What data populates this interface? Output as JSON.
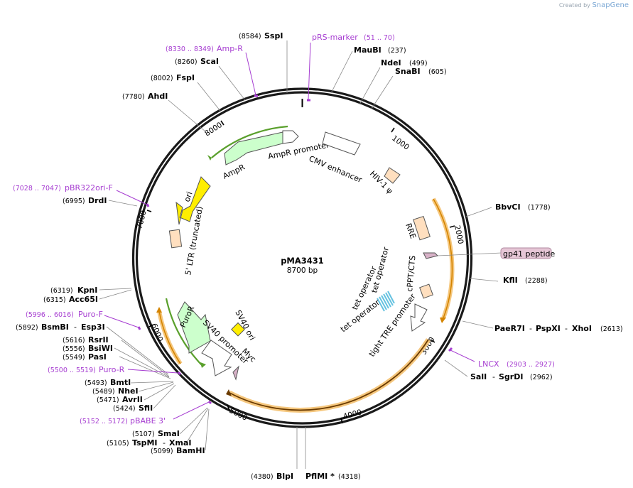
{
  "branding": {
    "prefix": "Created by",
    "name": "SnapGene"
  },
  "plasmid": {
    "name": "pMA3431",
    "length": "8700 bp"
  },
  "ticks": [
    "1000",
    "2000",
    "3000",
    "4000",
    "5000",
    "6000",
    "7000",
    "8000"
  ],
  "sites": {
    "sspi": {
      "name": "SspI",
      "pos": "(8584)"
    },
    "maubi": {
      "name": "MauBI",
      "pos": "(237)"
    },
    "ndei": {
      "name": "NdeI",
      "pos": "(499)"
    },
    "snabi": {
      "name": "SnaBI",
      "pos": "(605)"
    },
    "scai": {
      "name": "ScaI",
      "pos": "(8260)"
    },
    "fspi": {
      "name": "FspI",
      "pos": "(8002)"
    },
    "ahdi": {
      "name": "AhdI",
      "pos": "(7780)"
    },
    "drdi": {
      "name": "DrdI",
      "pos": "(6995)"
    },
    "bbvci": {
      "name": "BbvCI",
      "pos": "(1778)"
    },
    "kfli": {
      "name": "KflI",
      "pos": "(2288)"
    },
    "paer7i": {
      "name": "PaeR7I",
      "sep1": "-",
      "name2": "PspXI",
      "sep2": "-",
      "name3": "XhoI",
      "pos": "(2613)"
    },
    "sali": {
      "name": "SalI",
      "sep": "-",
      "name2": "SgrDI",
      "pos": "(2962)"
    },
    "kpni": {
      "name": "KpnI",
      "pos": "(6319)"
    },
    "acc65i": {
      "name": "Acc65I",
      "pos": "(6315)"
    },
    "bsmbi": {
      "name": "BsmBI",
      "sep": "-",
      "name2": "Esp3I",
      "pos": "(5892)"
    },
    "rsrii": {
      "name": "RsrII",
      "pos": "(5616)"
    },
    "bsiwi": {
      "name": "BsiWI",
      "pos": "(5556)"
    },
    "pasi": {
      "name": "PasI",
      "pos": "(5549)"
    },
    "bmti": {
      "name": "BmtI",
      "pos": "(5493)"
    },
    "nhei": {
      "name": "NheI",
      "pos": "(5489)"
    },
    "avrii": {
      "name": "AvrII",
      "pos": "(5471)"
    },
    "sfii": {
      "name": "SfiI",
      "pos": "(5424)"
    },
    "smai": {
      "name": "SmaI",
      "pos": "(5107)"
    },
    "tspmi": {
      "name": "TspMI",
      "sep": "-",
      "name2": "XmaI",
      "pos": "(5105)"
    },
    "bamhi": {
      "name": "BamHI",
      "pos": "(5099)"
    },
    "blpi": {
      "name": "BlpI",
      "pos": "(4380)"
    },
    "pflmi": {
      "name": "PflMI *",
      "pos": "(4318)"
    }
  },
  "primers": {
    "prs": {
      "name": "pRS-marker",
      "pos": "(51 .. 70)"
    },
    "ampr": {
      "name": "Amp-R",
      "pos": "(8330 .. 8349)"
    },
    "pbr322": {
      "name": "pBR322ori-F",
      "pos": "(7028 .. 7047)"
    },
    "lncx": {
      "name": "LNCX",
      "pos": "(2903 .. 2927)"
    },
    "purof": {
      "name": "Puro-F",
      "pos": "(5996 .. 6016)"
    },
    "puror": {
      "name": "Puro-R",
      "pos": "(5500 .. 5519)"
    },
    "pbabe": {
      "name": "pBABE 3'",
      "pos": "(5152 .. 5172)"
    }
  },
  "features": {
    "gp41": "gp41 peptide",
    "ampr_promoter": "AmpR promoter",
    "ampr": "AmpR",
    "cmv": "CMV enhancer",
    "hiv": "HIV-1 ψ",
    "ori": "ori",
    "ltr": "5' LTR (truncated)",
    "rre": "RRE",
    "cppt": "cPPT/CTS",
    "tetop1": "tet operator",
    "tetop2": "tet operator",
    "tetop3": "tet operator",
    "tre": "tight TRE promoter",
    "sv40ori": "SV40 ori",
    "sv40prom": "SV40 promoter",
    "puror": "PuroR",
    "myc": "Myc"
  },
  "colors": {
    "backbone": "#1a1a1a",
    "primer": "#a63dd1",
    "orf_orange": "#f5c77e",
    "ampr_fill": "#ccffcc",
    "ori_fill": "#ffee00",
    "misc_fill": "#ffdfbf",
    "tet_fill": "#66c2e0",
    "gp41_fill": "#d8b2c8"
  }
}
